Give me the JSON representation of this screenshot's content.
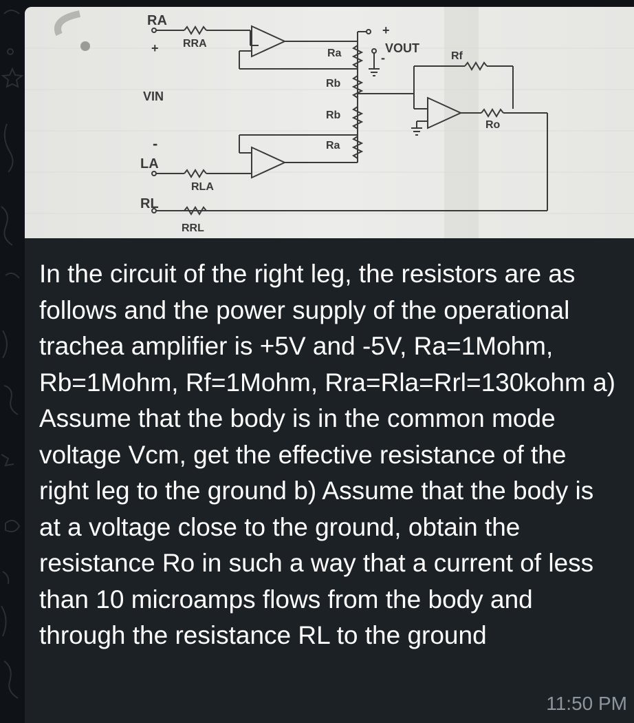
{
  "message": {
    "image": {
      "labels": {
        "ra": "RA",
        "plus_input": "+",
        "vin": "VIN",
        "minus_input": "-",
        "la": "LA",
        "rl": "RL",
        "rra": "RRA",
        "rla": "RLA",
        "rrl": "RRL",
        "ra_top": "Ra",
        "rb_upper": "Rb",
        "rb_lower": "Rb",
        "ra_bottom": "Ra",
        "vout": "VOUT",
        "vout_plus": "+",
        "vout_minus": "-",
        "rf": "Rf",
        "ro": "Ro"
      }
    },
    "text": "In the circuit of the right leg, the resistors are as follows and the power supply of the operational trachea amplifier is +5V and -5V, Ra=1Mohm, Rb=1Mohm, Rf=1Mohm, Rra=Rla=Rrl=130kohm a) Assume that the body is in the common mode voltage Vcm, get the effective resistance of the right leg to the ground b) Assume that the body is at a voltage close to the ground, obtain the resistance Ro in such a way that a current of less than 10 microamps flows from the body and through the resistance RL to the ground",
    "time": "11:50 PM"
  },
  "colors": {
    "background": "#0f1216",
    "bubble": "#1c2126",
    "text": "#ffffff",
    "time": "#8d959d",
    "photo_paper": "#e9e9e6",
    "ink": "#3a3a3a"
  }
}
